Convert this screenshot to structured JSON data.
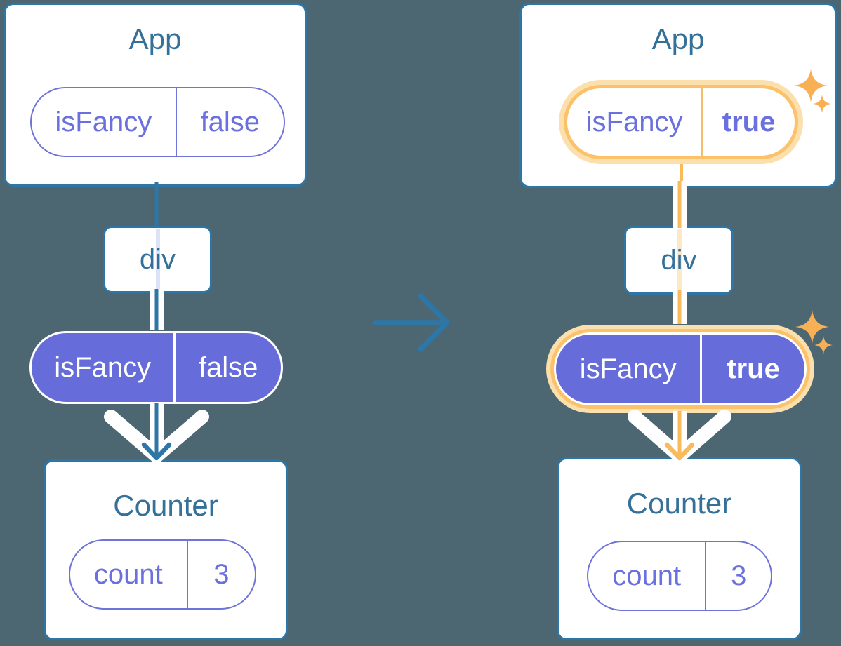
{
  "left": {
    "app": {
      "title": "App",
      "pill": {
        "key": "isFancy",
        "value": "false"
      }
    },
    "middle": {
      "label": "div"
    },
    "prop_pill": {
      "key": "isFancy",
      "value": "false"
    },
    "counter": {
      "title": "Counter",
      "pill": {
        "key": "count",
        "value": "3"
      }
    }
  },
  "right": {
    "app": {
      "title": "App",
      "pill": {
        "key": "isFancy",
        "value": "true"
      }
    },
    "middle": {
      "label": "div"
    },
    "prop_pill": {
      "key": "isFancy",
      "value": "true"
    },
    "counter": {
      "title": "Counter",
      "pill": {
        "key": "count",
        "value": "3"
      }
    }
  },
  "icons": {
    "middle_arrow": "right-arrow",
    "sparkles": "four-point-star"
  },
  "colors": {
    "background": "#4C6672",
    "card_border_blue": "#2E76A6",
    "title_blue": "#347098",
    "purple_fill": "#666DDA",
    "purple_text": "#6A70DD",
    "orange_line": "#F9BA5C",
    "orange_ring": "#FBC16B",
    "orange_glow": "#FBE0AD",
    "sparkle_orange": "#F7B154",
    "white": "#FFFFFF",
    "lavender_stripe": "#DCE3F6",
    "pale_orange_stripe": "#FCE9C8"
  }
}
